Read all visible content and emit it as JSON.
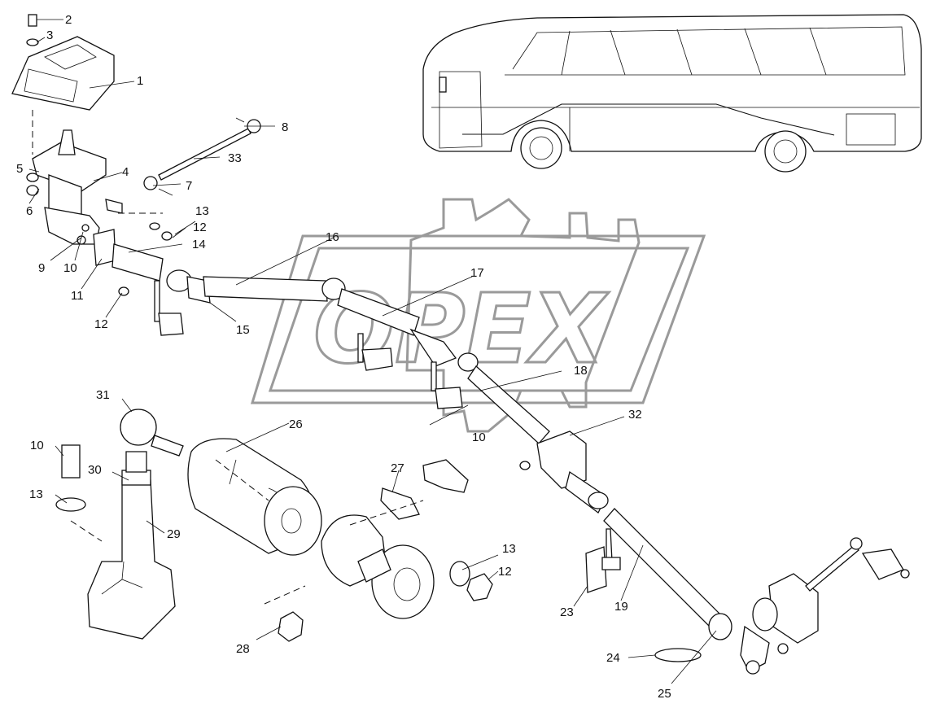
{
  "watermark": {
    "text": "OPEX"
  },
  "callouts": [
    {
      "id": "c1",
      "text": "1"
    },
    {
      "id": "c2",
      "text": "2"
    },
    {
      "id": "c3",
      "text": "3"
    },
    {
      "id": "c4",
      "text": "4"
    },
    {
      "id": "c5",
      "text": "5"
    },
    {
      "id": "c6",
      "text": "6"
    },
    {
      "id": "c7",
      "text": "7"
    },
    {
      "id": "c8",
      "text": "8"
    },
    {
      "id": "c9",
      "text": "9"
    },
    {
      "id": "c10a",
      "text": "10"
    },
    {
      "id": "c11",
      "text": "11"
    },
    {
      "id": "c12a",
      "text": "12"
    },
    {
      "id": "c12b",
      "text": "12"
    },
    {
      "id": "c13a",
      "text": "13"
    },
    {
      "id": "c14",
      "text": "14"
    },
    {
      "id": "c15",
      "text": "15"
    },
    {
      "id": "c16",
      "text": "16"
    },
    {
      "id": "c17",
      "text": "17"
    },
    {
      "id": "c18",
      "text": "18"
    },
    {
      "id": "c10b",
      "text": "10"
    },
    {
      "id": "c32",
      "text": "32"
    },
    {
      "id": "c33",
      "text": "33"
    },
    {
      "id": "c31",
      "text": "31"
    },
    {
      "id": "c26",
      "text": "26"
    },
    {
      "id": "c10c",
      "text": "10"
    },
    {
      "id": "c30",
      "text": "30"
    },
    {
      "id": "c13b",
      "text": "13"
    },
    {
      "id": "c29",
      "text": "29"
    },
    {
      "id": "c27",
      "text": "27"
    },
    {
      "id": "c13c",
      "text": "13"
    },
    {
      "id": "c12c",
      "text": "12"
    },
    {
      "id": "c28",
      "text": "28"
    },
    {
      "id": "c23",
      "text": "23"
    },
    {
      "id": "c19",
      "text": "19"
    },
    {
      "id": "c24",
      "text": "24"
    },
    {
      "id": "c25",
      "text": "25"
    }
  ]
}
